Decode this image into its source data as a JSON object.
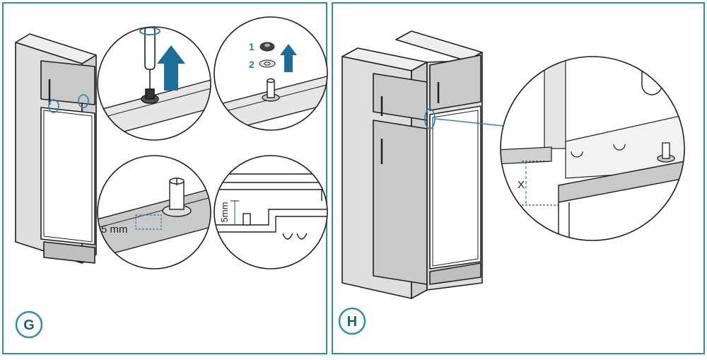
{
  "colors": {
    "frame": "#2f8fa8",
    "ink": "#1f1f1f",
    "panel_grey": "#c9c9c9",
    "panel_light": "#e6e6e6",
    "arrow": "#1d6f99",
    "accent_blue": "#2d7db5"
  },
  "panels": {
    "g": {
      "label": "G"
    },
    "h": {
      "label": "H"
    }
  },
  "callouts": {
    "step_1": "1",
    "step_2": "2",
    "dim_5mm_a": "5 mm",
    "dim_5mm_b": "5mm",
    "dim_x": "X"
  },
  "icons": [
    "screwdriver-icon",
    "up-arrow-icon",
    "nut-icon",
    "washer-icon",
    "hinge-pin-icon"
  ]
}
